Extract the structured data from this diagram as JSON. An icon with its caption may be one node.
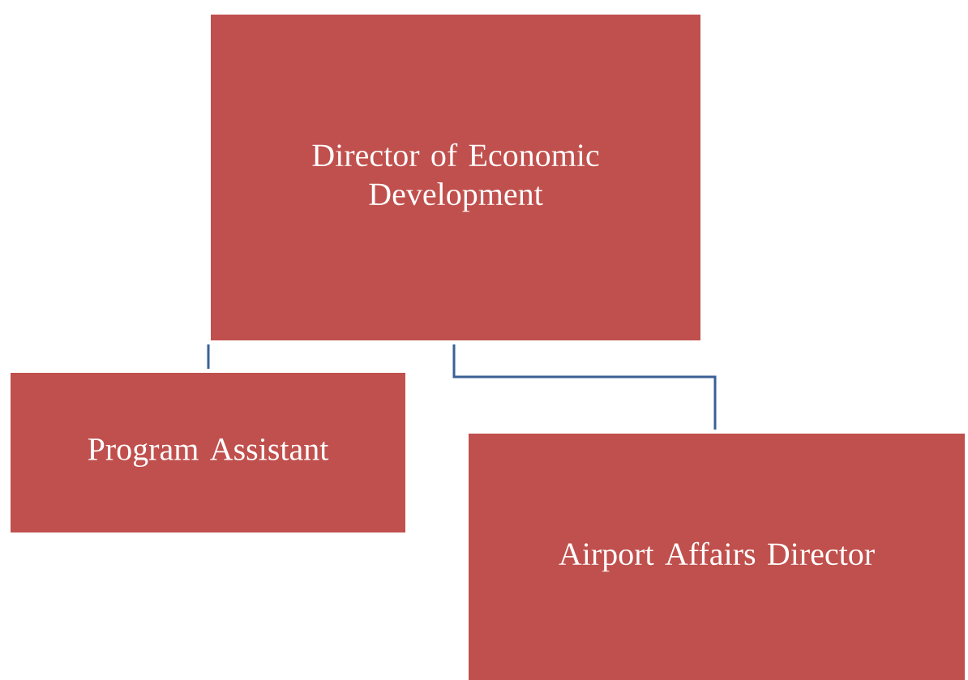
{
  "diagram": {
    "nodes": [
      {
        "text": [
          "Director of Economic Development"
        ]
      },
      {
        "text": [
          "Program Assistant"
        ]
      },
      {
        "text": [
          "Airport Affairs Director"
        ]
      }
    ],
    "edges": [
      {
        "from": 0,
        "to": 1,
        "arrow": "none"
      },
      {
        "from": 0,
        "to": 2,
        "arrow": "none"
      }
    ]
  }
}
